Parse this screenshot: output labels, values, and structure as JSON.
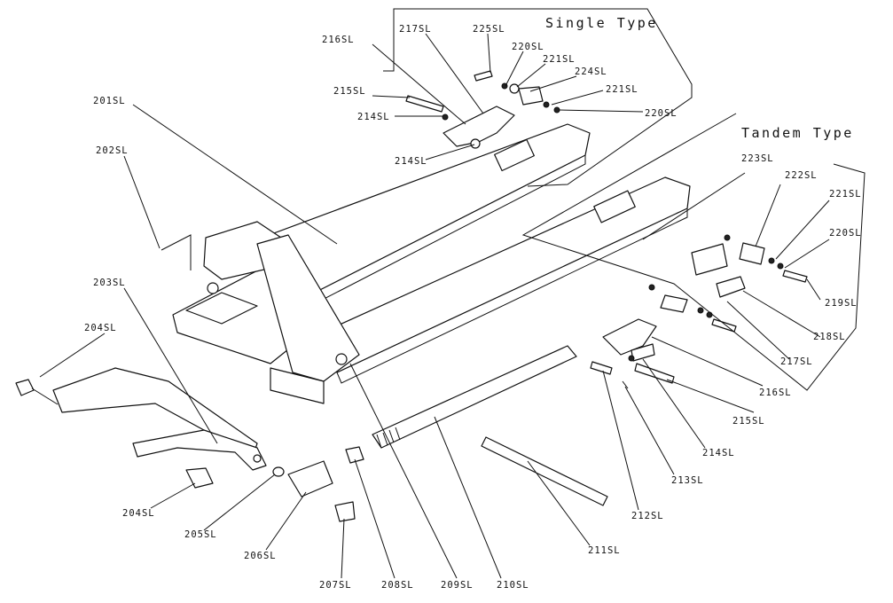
{
  "titles": {
    "single": "Single Type",
    "tandem": "Tandem Type"
  },
  "labels": {
    "l201": "201SL",
    "l202": "202SL",
    "l203": "203SL",
    "l204a": "204SL",
    "l204b": "204SL",
    "l205": "205SL",
    "l206": "206SL",
    "l207": "207SL",
    "l208": "208SL",
    "l209": "209SL",
    "l210": "210SL",
    "l211": "211SL",
    "l212": "212SL",
    "l213": "213SL",
    "l214a": "214SL",
    "l214b": "214SL",
    "l214c": "214SL",
    "l215a": "215SL",
    "l215b": "215SL",
    "l216a": "216SL",
    "l216b": "216SL",
    "l217a": "217SL",
    "l217b": "217SL",
    "l218": "218SL",
    "l219": "219SL",
    "l220a": "220SL",
    "l220b": "220SL",
    "l220c": "220SL",
    "l221a": "221SL",
    "l221b": "221SL",
    "l221c": "221SL",
    "l222": "222SL",
    "l223": "223SL",
    "l224": "224SL",
    "l225": "225SL"
  }
}
